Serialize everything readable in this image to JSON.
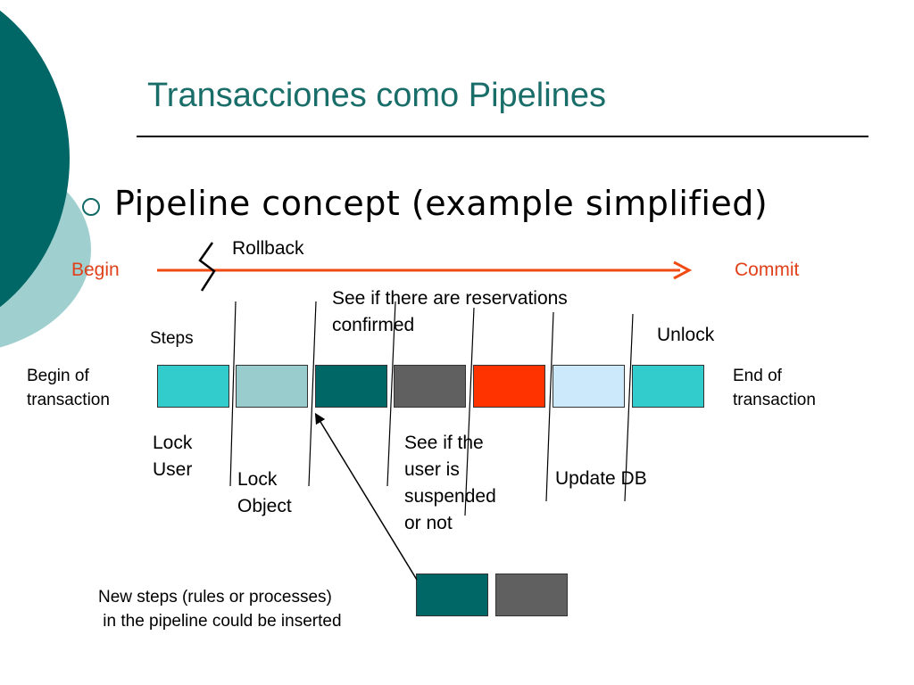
{
  "slide": {
    "title": "Transacciones como Pipelines",
    "bullet": "Pipeline concept (example simplified)"
  },
  "timeline": {
    "begin": "Begin",
    "commit": "Commit",
    "rollback": "Rollback",
    "arrow_color": "#f04a12"
  },
  "pipeline": {
    "steps_label": "Steps",
    "begin_of_transaction": [
      "Begin of",
      "transaction"
    ],
    "end_of_transaction": [
      "End of",
      "transaction"
    ],
    "steps": [
      {
        "color": "#33cccc"
      },
      {
        "color": "#99cccc"
      },
      {
        "color": "#006666"
      },
      {
        "color": "#606060"
      },
      {
        "color": "#ff3300"
      },
      {
        "color": "#cce9fb"
      },
      {
        "color": "#33cccc"
      }
    ],
    "step_labels": {
      "lock_user": [
        "Lock",
        "User"
      ],
      "lock_object": [
        "Lock",
        "Object"
      ],
      "reservations": [
        "See if there are reservations",
        "confirmed"
      ],
      "suspended": [
        "See if the",
        "user is",
        "suspended",
        "or not"
      ],
      "update_db": "Update DB",
      "unlock": "Unlock"
    }
  },
  "new_steps": {
    "caption": [
      "New steps (rules or processes)",
      " in the pipeline could be inserted"
    ],
    "blocks": [
      {
        "color": "#006666"
      },
      {
        "color": "#606060"
      }
    ]
  },
  "colors": {
    "title": "#1a6e6a",
    "deco_dark": "#006666",
    "deco_light": "#99cccc",
    "accent_red": "#e0401a"
  }
}
